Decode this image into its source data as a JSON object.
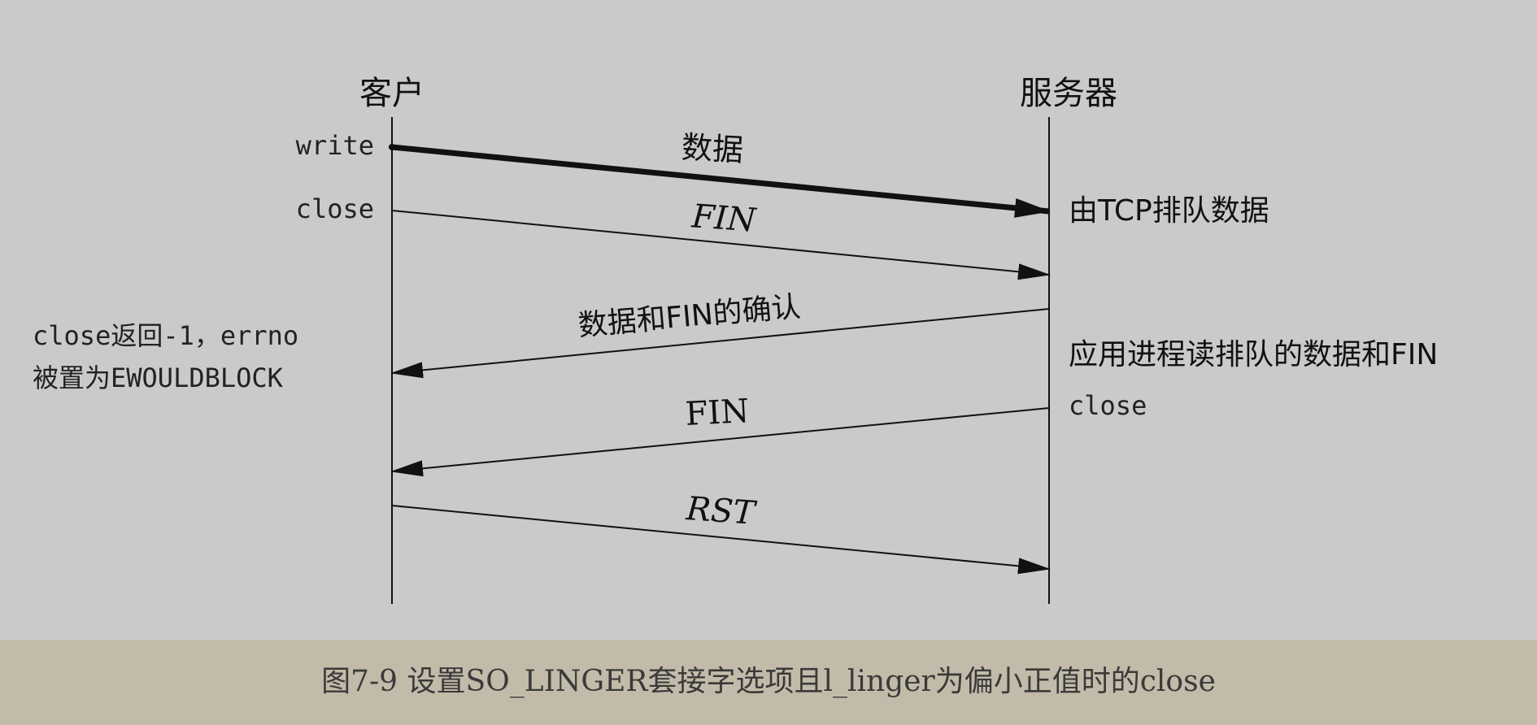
{
  "actors": {
    "client": "客户",
    "server": "服务器"
  },
  "messages": {
    "data": "数据",
    "fin1": "FIN",
    "ack": "数据和FIN的确认",
    "fin2": "FIN",
    "rst": "RST"
  },
  "client_notes": {
    "write": "write",
    "close": "close",
    "return_line1": "close返回-1，errno",
    "return_line2": "被置为EWOULDBLOCK"
  },
  "server_notes": {
    "queued": "由TCP排队数据",
    "app_reads": "应用进程读排队的数据和FIN",
    "close": "close"
  },
  "caption": "图7-9 设置SO_LINGER套接字选项且l_linger为偏小正值时的close"
}
